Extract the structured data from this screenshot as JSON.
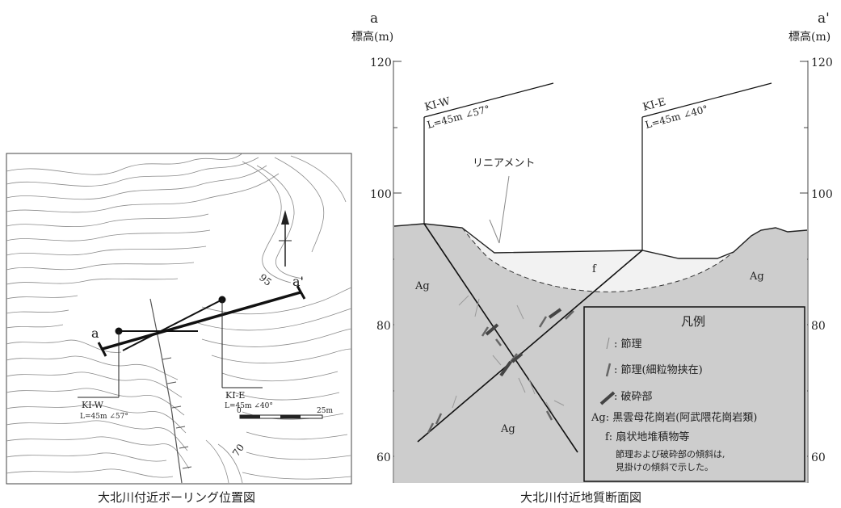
{
  "map": {
    "caption": "大北川付近ボーリング位置図",
    "contour_labels": [
      "95",
      "70"
    ],
    "section_start": "a",
    "section_end": "a'",
    "borehole_west": {
      "name": "KI-W",
      "spec": "L=45m ∠57°"
    },
    "borehole_east": {
      "name": "KI-E",
      "spec": "L=45m ∠40°"
    },
    "scale_start": "0",
    "scale_end": "25m"
  },
  "section": {
    "caption": "大北川付近地質断面図",
    "left_end": "a",
    "right_end": "a'",
    "axis_title": "標高(m)",
    "elevation_ticks": [
      "120",
      "100",
      "80",
      "60"
    ],
    "borehole_west": {
      "name": "KI-W",
      "spec": "L=45m ∠57°"
    },
    "borehole_east": {
      "name": "KI-E",
      "spec": "L=45m ∠40°"
    },
    "lineament_label": "リニアメント",
    "unit_f": "f",
    "unit_ag": "Ag"
  },
  "legend": {
    "title": "凡例",
    "items": [
      ": 節理",
      ": 節理(細粒物挟在)",
      ": 破砕部",
      "Ag: 黒雲母花崗岩(阿武隈花崗岩類)",
      "f: 扇状地堆積物等"
    ],
    "note_line1": "節理および破砕部の傾斜は,",
    "note_line2": "見掛けの傾斜で示した。"
  },
  "colors": {
    "rock": "#cdcdcd",
    "fan": "#f2f2f2",
    "ink": "#222222",
    "contour": "#8a8a8a"
  }
}
